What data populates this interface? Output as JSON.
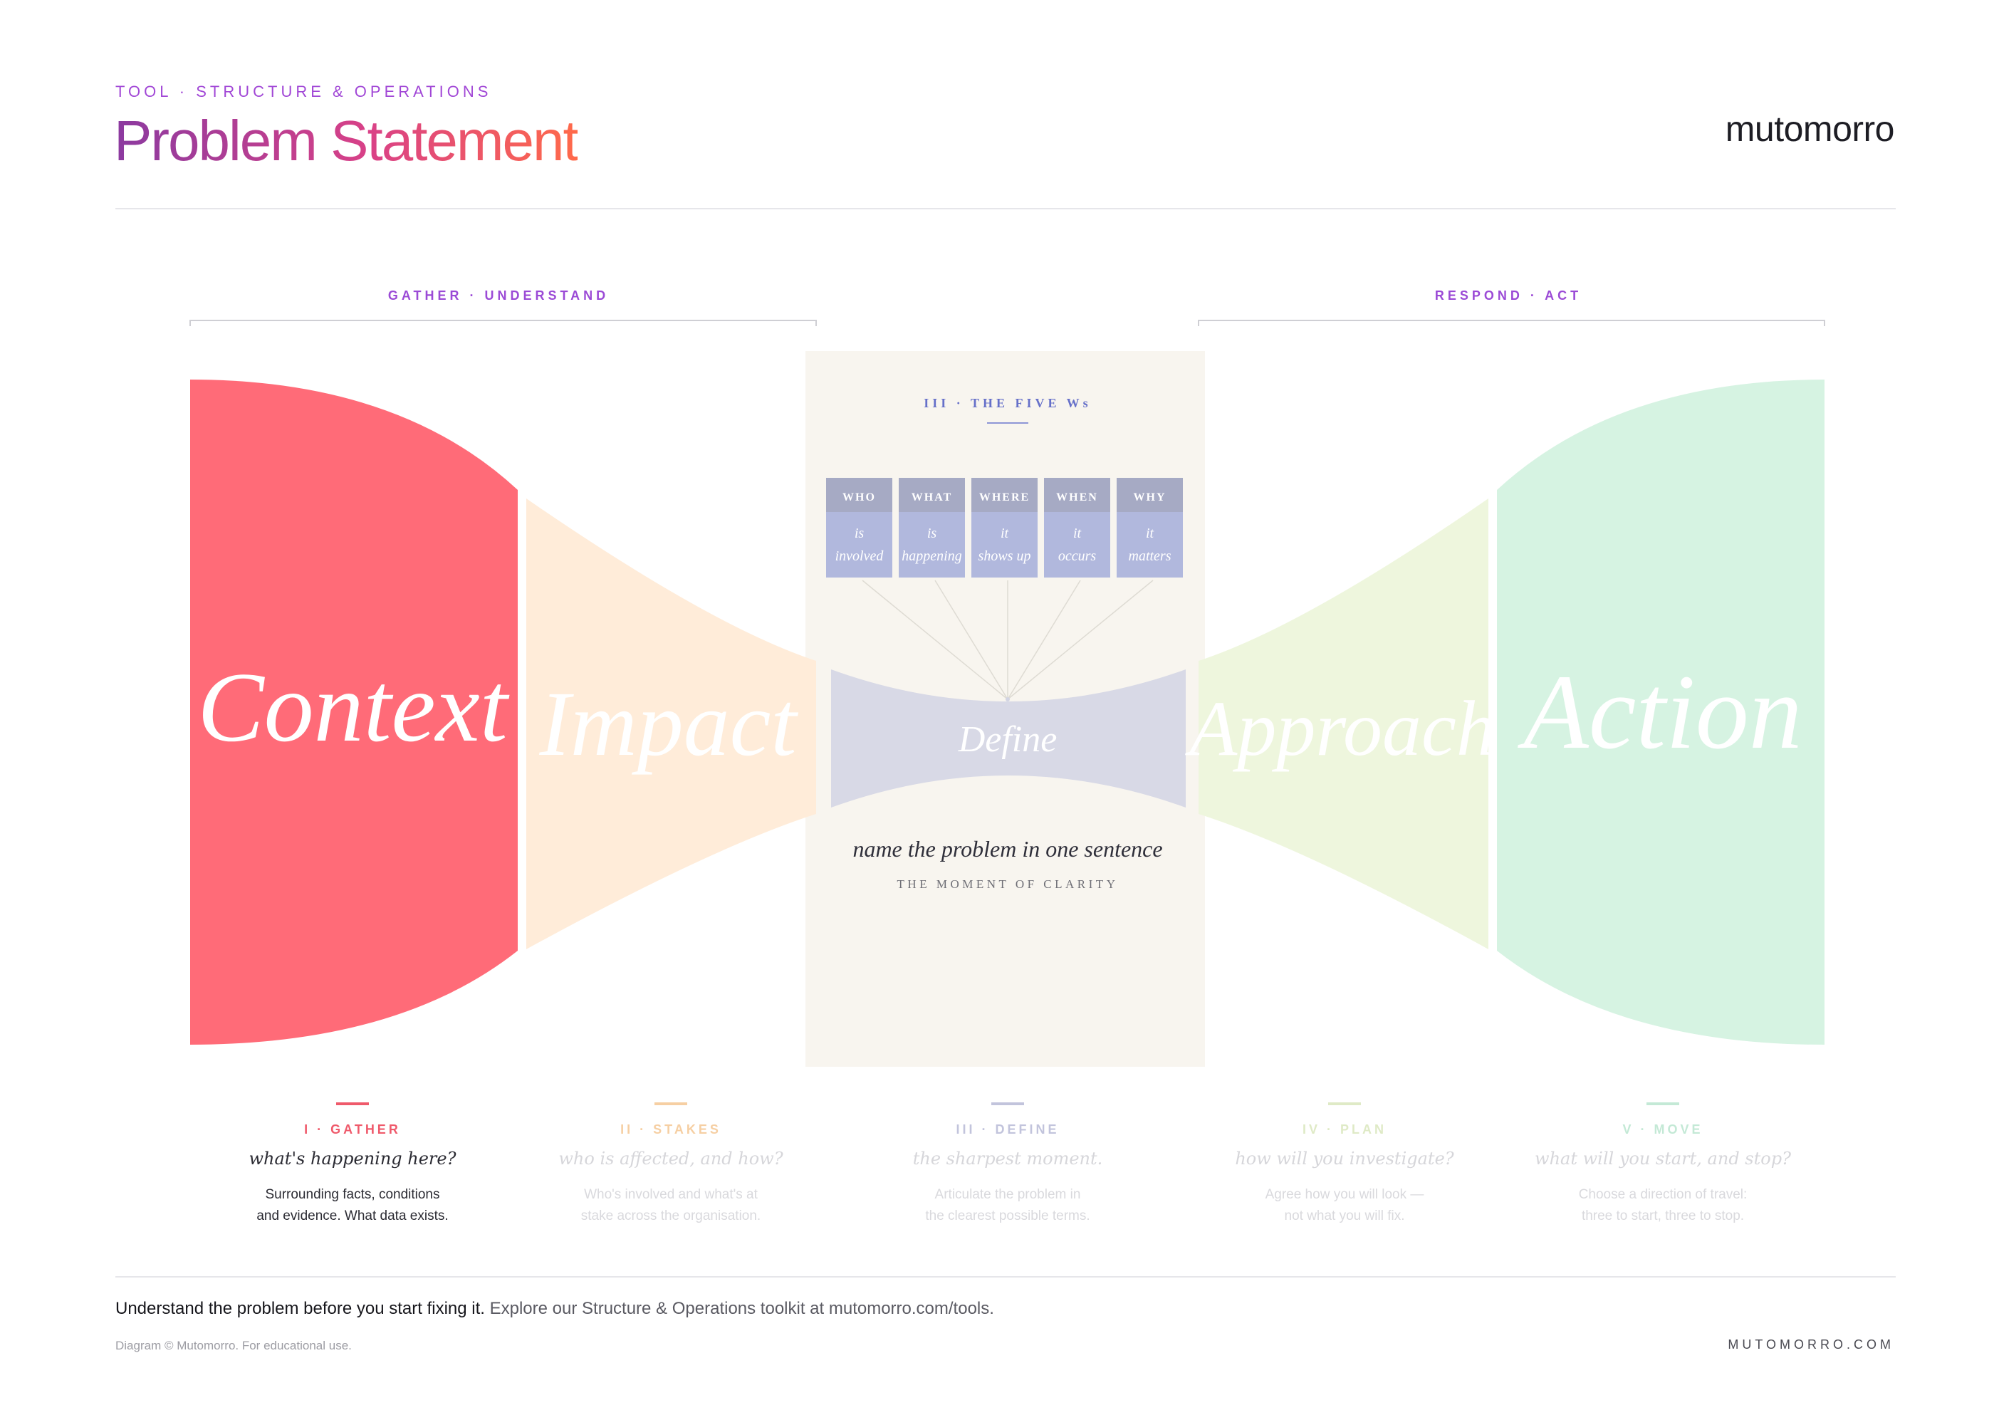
{
  "header": {
    "eyebrow": "TOOL · STRUCTURE & OPERATIONS",
    "title": "Problem Statement",
    "brand": "mutomorro"
  },
  "phases": {
    "left": "GATHER · UNDERSTAND",
    "right": "RESPOND · ACT"
  },
  "shapes": [
    {
      "id": "context",
      "label": "Context",
      "color": "#ff6b78"
    },
    {
      "id": "impact",
      "label": "Impact",
      "color": "#ffecd9"
    },
    {
      "id": "define",
      "label": "Define",
      "color": "#d8d9e6"
    },
    {
      "id": "approach",
      "label": "Approach",
      "color": "#eef6dd"
    },
    {
      "id": "action",
      "label": "Action",
      "color": "#d6f3e2"
    }
  ],
  "five_ws": {
    "heading": "III · THE FIVE Ws",
    "items": [
      {
        "label": "WHO",
        "line1": "is",
        "line2": "involved"
      },
      {
        "label": "WHAT",
        "line1": "is",
        "line2": "happening"
      },
      {
        "label": "WHERE",
        "line1": "it",
        "line2": "shows up"
      },
      {
        "label": "WHEN",
        "line1": "it",
        "line2": "occurs"
      },
      {
        "label": "WHY",
        "line1": "it",
        "line2": "matters"
      }
    ],
    "header_color": "#a6aac4",
    "body_color": "#b1b8dd"
  },
  "define_block": {
    "sentence": "name the problem in one sentence",
    "caption": "THE MOMENT OF CLARITY"
  },
  "steps": [
    {
      "num": "I · GATHER",
      "question": "what's happening here?",
      "desc1": "Surrounding facts, conditions",
      "desc2": "and evidence. What data exists.",
      "accent": "#ef5a6b",
      "active": true
    },
    {
      "num": "II · STAKES",
      "question": "who is affected, and how?",
      "desc1": "Who's involved and what's at",
      "desc2": "stake across the organisation.",
      "accent": "#f6cfa3",
      "active": false
    },
    {
      "num": "III · DEFINE",
      "question": "the sharpest moment.",
      "desc1": "Articulate the problem in",
      "desc2": "the clearest possible terms.",
      "accent": "#c2c4dc",
      "active": false
    },
    {
      "num": "IV · PLAN",
      "question": "how will you investigate?",
      "desc1": "Agree how you will look —",
      "desc2": "not what you will fix.",
      "accent": "#dfeac6",
      "active": false
    },
    {
      "num": "V · MOVE",
      "question": "what will you start, and stop?",
      "desc1": "Choose a direction of travel:",
      "desc2": "three to start, three to stop.",
      "accent": "#c4e9d6",
      "active": false
    }
  ],
  "footer": {
    "main_strong": "Understand the problem before you start fixing it.",
    "main_rest": " Explore our Structure & Operations toolkit at mutomorro.com/tools.",
    "copyright": "Diagram © Mutomorro. For educational use.",
    "site": "MUTOMORRO.COM"
  }
}
